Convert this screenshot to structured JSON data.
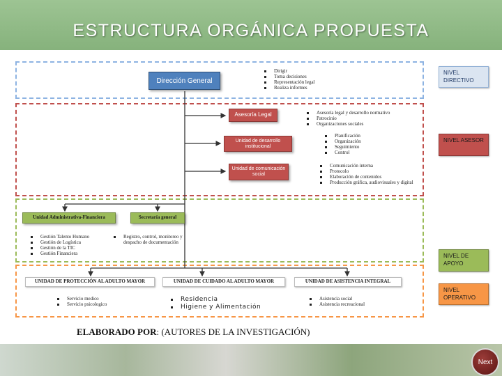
{
  "title": "ESTRUCTURA ORGÁNICA PROPUESTA",
  "colors": {
    "header": "#8fbb84",
    "directivo": "#8db3e2",
    "asesor": "#c0504d",
    "apoyo": "#9bbb59",
    "operativo": "#f79646"
  },
  "directivo": {
    "box": "Dirección General",
    "bullets": [
      "Dirigir",
      "Toma decisiones",
      "Representación legal",
      "Realiza informes"
    ]
  },
  "asesor": {
    "units": [
      {
        "label": "Asesoría Legal",
        "bullets": [
          "Asesoría legal y desarrollo normativo",
          "Patrocinio",
          "Organizaciones sociales"
        ]
      },
      {
        "label": "Unidad de desarrollo institucional",
        "bullets": [
          "Planificación",
          "Organización",
          "Seguimiento",
          "Control"
        ]
      },
      {
        "label": "Unidad de comunicación social",
        "bullets": [
          "Comunicación interna",
          "Protocolo",
          "Elaboración de contenidos",
          "Producción gráfica, audiovisuales y digital"
        ]
      }
    ]
  },
  "apoyo": {
    "units": [
      {
        "label": "Unidad Administrativa-Financiera",
        "bullets": [
          "Gestión Talento Humano",
          "Gestión de Logística",
          "Gestión de la TIC",
          "Gestión Financiera"
        ]
      },
      {
        "label": "Secretaría general",
        "bullets": [
          "Registro, control, monitoreo y despacho de documentación"
        ]
      }
    ]
  },
  "operativo": {
    "units": [
      {
        "label": "UNIDAD DE PROTECCIÓN AL ADULTO MAYOR",
        "bullets": [
          "Servicio medico",
          "Servicio psicologico"
        ]
      },
      {
        "label": "UNIDAD DE CUIDADO AL ADULTO MAYOR",
        "bullets": [
          "Residencia",
          "Higiene y Alimentación"
        ]
      },
      {
        "label": "UNIDAD DE ASISTENCIA INTEGRAL",
        "bullets": [
          "Asistencia social",
          "Asistencia recreacional"
        ]
      }
    ]
  },
  "levels": {
    "directivo": "NIVEL DIRECTIVO",
    "asesor": "NIVEL ASESOR",
    "apoyo": "NIVEL DE APOYO",
    "operativo": "NIVEL OPERATIVO"
  },
  "credit": {
    "label": "ELABORADO POR",
    "text": ": (AUTORES DE LA INVESTIGACIÓN)"
  },
  "nav": {
    "next": "Next"
  }
}
